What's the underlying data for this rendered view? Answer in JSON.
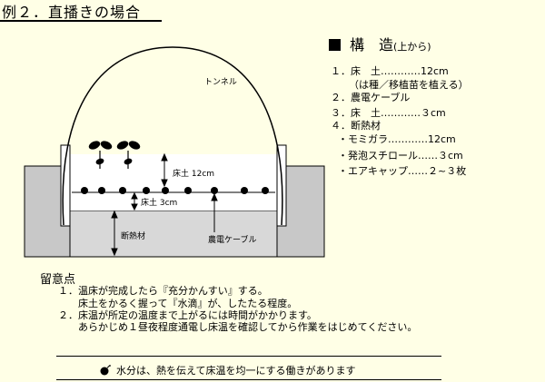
{
  "page_title": "例２．直播きの場合",
  "diagram": {
    "tunnel_label": "トンネル",
    "bed_soil_label": "床土 12cm",
    "bed_soil_lower_label": "床土 3cm",
    "insulation_label": "断熱材",
    "cable_label": "農電ケーブル"
  },
  "structure": {
    "heading": "構　造",
    "heading_sub": "(上から)",
    "items": [
      "１．床　土…………12cm",
      "（は種／移植苗を植える）",
      "２．農電ケーブル",
      "３．床　土…………３cm",
      "４．断熱材",
      "・モミガラ…………12cm",
      "・発泡スチロール……３cm",
      "・エアキャップ……２~３枚"
    ]
  },
  "notes": {
    "title": "留意点",
    "lines": [
      "１．温床が完成したら『充分かんすい』する。",
      "床土をかるく握って『水滴』が、したたる程度。",
      "２．床温が所定の温度まで上がるには時間がかかります。",
      "あらかじめ１昼夜程度通電し床温を確認してから作業をはじめてください。"
    ]
  },
  "footer": {
    "text": "水分は、熱を伝えて床温を均一にする働きがあります",
    "icon": "bomb-icon"
  },
  "colors": {
    "background": "#ffffe6",
    "ground": "#c8c8c8",
    "insulation": "#d8d8d8",
    "bed_soil": "#ffffff"
  }
}
